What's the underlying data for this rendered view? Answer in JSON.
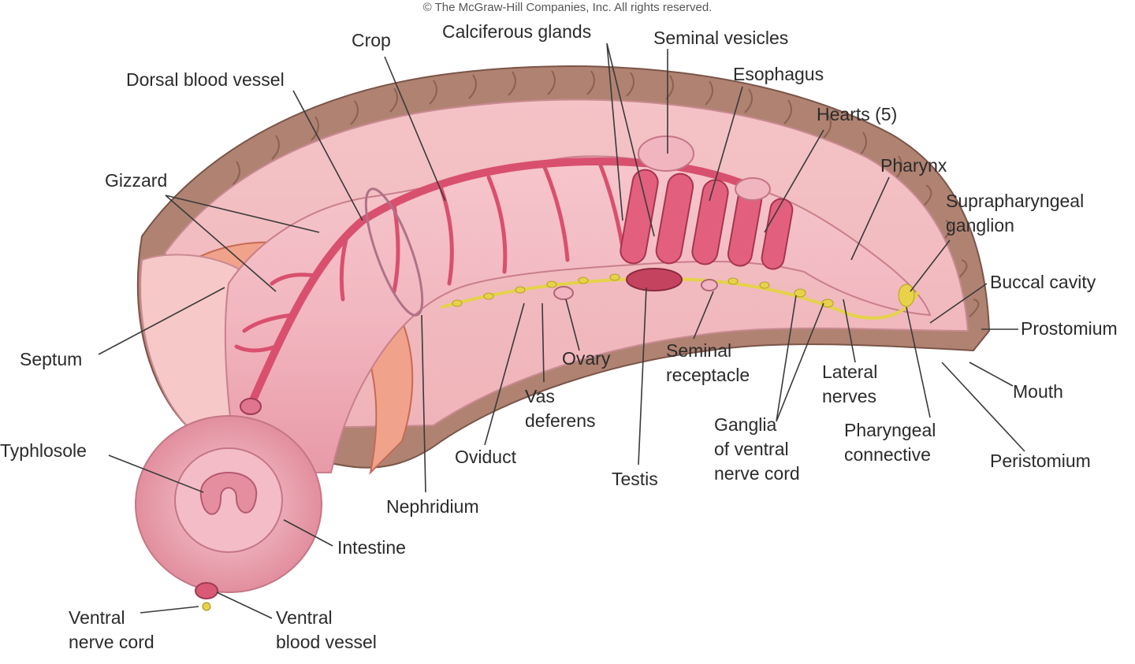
{
  "copyright": "© The McGraw-Hill Companies, Inc. All rights reserved.",
  "labels": {
    "crop": "Crop",
    "calciferous_glands": "Calciferous glands",
    "seminal_vesicles": "Seminal vesicles",
    "esophagus": "Esophagus",
    "dorsal_blood_vessel": "Dorsal blood vessel",
    "hearts": "Hearts (5)",
    "pharynx": "Pharynx",
    "gizzard": "Gizzard",
    "suprapharyngeal_ganglion": "Suprapharyngeal\nganglion",
    "buccal_cavity": "Buccal cavity",
    "prostomium": "Prostomium",
    "septum": "Septum",
    "seminal_receptacle": "Seminal\nreceptacle",
    "ovary": "Ovary",
    "lateral_nerves": "Lateral\nnerves",
    "mouth": "Mouth",
    "vas_deferens": "Vas\ndeferens",
    "ganglia": "Ganglia\nof ventral\nnerve cord",
    "pharyngeal_connective": "Pharyngeal\nconnective",
    "peristomium": "Peristomium",
    "typhlosole": "Typhlosole",
    "oviduct": "Oviduct",
    "testis": "Testis",
    "nephridium": "Nephridium",
    "intestine": "Intestine",
    "ventral_nerve_cord": "Ventral\nnerve cord",
    "ventral_blood_vessel": "Ventral\nblood vessel"
  }
}
